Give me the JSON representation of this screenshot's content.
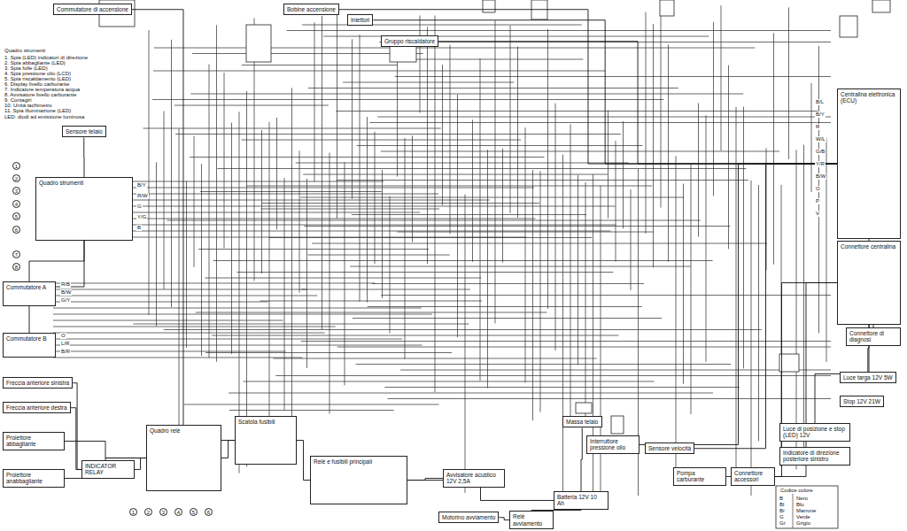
{
  "diagram": {
    "nodes": [
      {
        "text": [
          "Commutatore di accensione"
        ]
      },
      {
        "text": [
          "Bobine accensione"
        ]
      },
      {
        "text": [
          "Iniettori"
        ]
      },
      {
        "text": [
          "Gruppo riscaldatore"
        ]
      },
      {
        "text": [
          "Sensore telaio"
        ]
      },
      {
        "text": [
          "Quadro strumenti"
        ]
      },
      {
        "text": [
          "Commutatore A"
        ]
      },
      {
        "text": [
          "Commutatore B"
        ]
      },
      {
        "text": [
          "Freccia anteriore sinistra"
        ]
      },
      {
        "text": [
          "Freccia anteriore destra"
        ]
      },
      {
        "text": [
          "Proiettore abbagliante"
        ]
      },
      {
        "text": [
          "Proiettore anabbagliante"
        ]
      },
      {
        "text": [
          "INDICATOR RELAY"
        ]
      },
      {
        "text": [
          "Quadro relè"
        ]
      },
      {
        "text": [
          "Scatola fusibili"
        ]
      },
      {
        "text": [
          "Relè e fusibili principali"
        ]
      },
      {
        "text": [
          "Avvisatore acustico 12V 2,5A"
        ]
      },
      {
        "text": [
          "Massa telaio"
        ]
      },
      {
        "text": [
          "Interruttore pressione olio"
        ]
      },
      {
        "text": [
          "Sensore velocità"
        ]
      },
      {
        "text": [
          "Pompa carburante"
        ]
      },
      {
        "text": [
          "Connettore accessori"
        ]
      },
      {
        "text": [
          "Batteria 12V 10 Ah"
        ]
      },
      {
        "text": [
          "Relè avviamento"
        ]
      },
      {
        "text": [
          "Motorino avviamento"
        ]
      },
      {
        "text": [
          "Centralina elettronica (ECU)"
        ]
      },
      {
        "text": [
          "Connettore centralina"
        ]
      },
      {
        "text": [
          "Connettore di diagnosi"
        ]
      },
      {
        "text": [
          "Luce targa 12V 5W"
        ]
      },
      {
        "text": [
          "Stop 12V 21W"
        ]
      },
      {
        "text": [
          "Luce di posizione e stop (LED) 12V"
        ]
      },
      {
        "text": [
          "Indicatore di direzione posteriore sinistro"
        ]
      }
    ],
    "edges": [
      {
        "from": 0,
        "to": 14,
        "arrow": "none"
      },
      {
        "from": 22,
        "to": 15,
        "arrow": "none"
      },
      {
        "from": 22,
        "to": 23,
        "arrow": "none"
      },
      {
        "from": 23,
        "to": 24,
        "arrow": "none"
      },
      {
        "from": 15,
        "to": 14,
        "arrow": "none"
      },
      {
        "from": 14,
        "to": 13,
        "arrow": "none"
      },
      {
        "from": 12,
        "to": 13,
        "arrow": "none"
      },
      {
        "from": 12,
        "to": 8,
        "arrow": "none"
      },
      {
        "from": 12,
        "to": 9,
        "arrow": "none"
      },
      {
        "from": 6,
        "to": 5,
        "arrow": "none"
      },
      {
        "from": 7,
        "to": 5,
        "arrow": "none"
      },
      {
        "from": 4,
        "to": 5,
        "arrow": "none"
      },
      {
        "from": 25,
        "to": 27,
        "arrow": "none"
      },
      {
        "from": 28,
        "to": 26,
        "arrow": "none"
      },
      {
        "from": 30,
        "to": 26,
        "arrow": "none"
      },
      {
        "from": 17,
        "to": 22,
        "arrow": "none"
      },
      {
        "from": 18,
        "to": 25,
        "arrow": "none"
      },
      {
        "from": 19,
        "to": 25,
        "arrow": "none"
      },
      {
        "from": 20,
        "to": 26,
        "arrow": "none"
      },
      {
        "from": 21,
        "to": 26,
        "arrow": "none"
      },
      {
        "from": 16,
        "to": 15,
        "arrow": "none"
      },
      {
        "from": 10,
        "to": 13,
        "arrow": "none"
      },
      {
        "from": 11,
        "to": 13,
        "arrow": "none"
      },
      {
        "from": 1,
        "to": 25,
        "arrow": "none"
      },
      {
        "from": 2,
        "to": 25,
        "arrow": "none"
      },
      {
        "from": 3,
        "to": 25,
        "arrow": "none"
      }
    ],
    "labels": [
      "Quadro strumenti",
      "1. Spia (LED) indicatori di direzione",
      "2. Spia abbagliante (LED)",
      "3. Spia folle (LED)",
      "4. Spia pressione olio (LCD)",
      "5. Spia riscaldamento (LED)",
      "6. Display livello carburante",
      "7. Indicatore temperatura acqua",
      "8. Avvisatore livello carburante",
      "9. Contagiri",
      "10. Unità tachimetro",
      "11. Spia illuminazione (LED)",
      "LED: diodi ad emissione luminosa",
      "1",
      "2",
      "3",
      "4",
      "5",
      "6",
      "7",
      "8",
      "1",
      "2",
      "3",
      "4",
      "5",
      "6",
      "B/L",
      "B/Y",
      "R",
      "W/L",
      "G/B",
      "Y/R",
      "B/W",
      "O",
      "P",
      "V",
      "B/Y",
      "R/W",
      "G",
      "Y/G",
      "B",
      "R/B",
      "B/W",
      "G/Y",
      "O",
      "L/R",
      "B/R",
      "Codice colore",
      "B",
      "Nero",
      "Bl",
      "Blu",
      "Br",
      "Marrone",
      "G",
      "Verde",
      "Gr",
      "Grigio"
    ]
  }
}
